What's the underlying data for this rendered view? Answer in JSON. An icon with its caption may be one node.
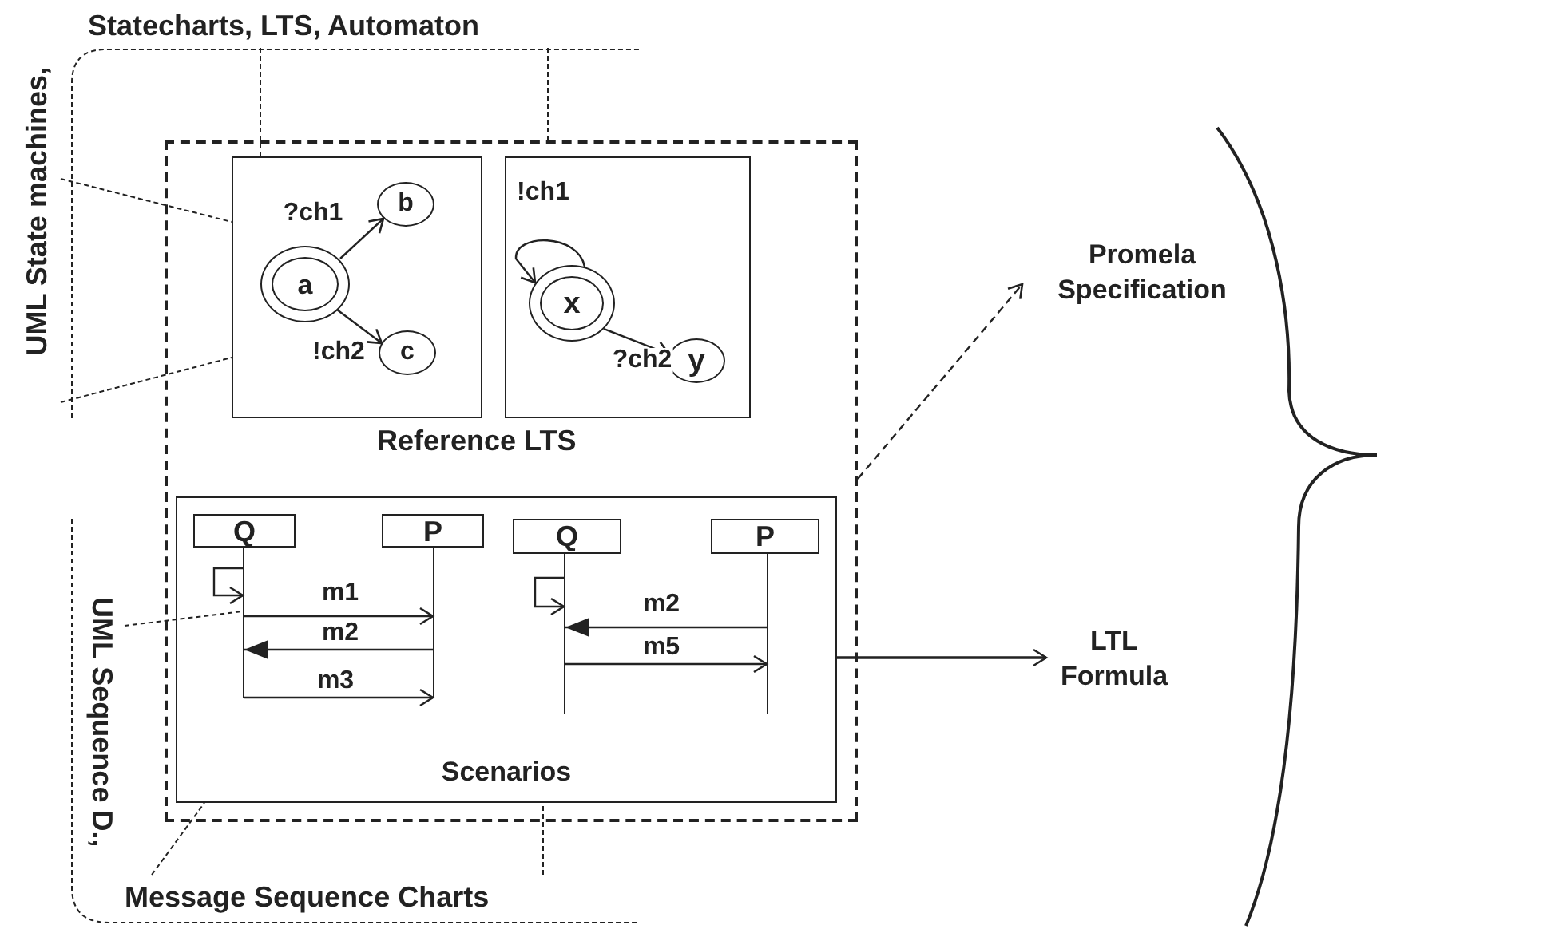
{
  "diagram": {
    "nodes": [
      {
        "text": [],
        "shape": "box"
      },
      {
        "text": [],
        "shape": "box",
        "in": 0
      },
      {
        "text": [
          "a"
        ],
        "in": 1
      },
      {
        "text": [
          "b"
        ],
        "in": 1
      },
      {
        "text": [
          "c"
        ],
        "in": 1
      },
      {
        "text": [],
        "shape": "box",
        "in": 0
      },
      {
        "text": [
          "x"
        ],
        "in": 5
      },
      {
        "text": [
          "y"
        ],
        "in": 5
      },
      {
        "text": [
          "Scenarios"
        ],
        "in": 0
      },
      {
        "text": [
          "Q"
        ],
        "in": 8
      },
      {
        "text": [
          "P"
        ],
        "in": 8
      },
      {
        "text": [
          "Q"
        ],
        "in": 8
      },
      {
        "text": [
          "P"
        ],
        "in": 8
      },
      {
        "text": [],
        "shape": "bar",
        "in": 8
      },
      {
        "text": [],
        "shape": "bar",
        "in": 8
      },
      {
        "text": [],
        "shape": "bar",
        "in": 8
      },
      {
        "text": [],
        "shape": "bar",
        "in": 8
      },
      {
        "text": [
          "Statecharts, LTS, Automaton"
        ]
      },
      {
        "text": [
          "UML State machines,"
        ]
      },
      {
        "text": [
          "UML Sequence D.,"
        ]
      },
      {
        "text": [
          "Message Sequence Charts"
        ]
      },
      {
        "text": [
          "Promela Specification"
        ]
      },
      {
        "text": [
          "LTL Formula"
        ]
      }
    ],
    "edges": [
      {
        "from": 2,
        "to": 3,
        "arrow": "to",
        "label": "?ch1"
      },
      {
        "from": 2,
        "to": 4,
        "arrow": "to",
        "label": "!ch2"
      },
      {
        "from": 6,
        "to": 6,
        "arrow": "to",
        "label": "!ch1"
      },
      {
        "from": 6,
        "to": 7,
        "arrow": "to",
        "label": "?ch2"
      },
      {
        "from": 13,
        "to": 14,
        "arrow": "to",
        "label": "m1"
      },
      {
        "from": 14,
        "to": 13,
        "arrow": "to",
        "label": "m2"
      },
      {
        "from": 13,
        "to": 14,
        "arrow": "to",
        "label": "m3"
      },
      {
        "from": 13,
        "to": 13,
        "arrow": "to"
      },
      {
        "from": 16,
        "to": 15,
        "arrow": "to",
        "label": "m2"
      },
      {
        "from": 15,
        "to": 16,
        "arrow": "to",
        "label": "m5"
      },
      {
        "from": 15,
        "to": 15,
        "arrow": "to"
      },
      {
        "from": 17,
        "to": 1,
        "arrow": "none",
        "style": "dashed"
      },
      {
        "from": 17,
        "to": 0,
        "arrow": "none",
        "style": "dashed"
      },
      {
        "from": 18,
        "to": 1,
        "arrow": "none",
        "style": "dashed"
      },
      {
        "from": 18,
        "to": 1,
        "arrow": "none",
        "style": "dashed"
      },
      {
        "from": 19,
        "to": 13,
        "arrow": "none",
        "style": "dashed"
      },
      {
        "from": 20,
        "to": 8,
        "arrow": "none",
        "style": "dashed"
      },
      {
        "from": 20,
        "to": 8,
        "arrow": "none",
        "style": "dashed"
      },
      {
        "from": 0,
        "to": 21,
        "arrow": "to",
        "style": "dashed"
      },
      {
        "from": 8,
        "to": 22,
        "arrow": "to"
      }
    ],
    "labels": [
      "Reference LTS"
    ]
  }
}
